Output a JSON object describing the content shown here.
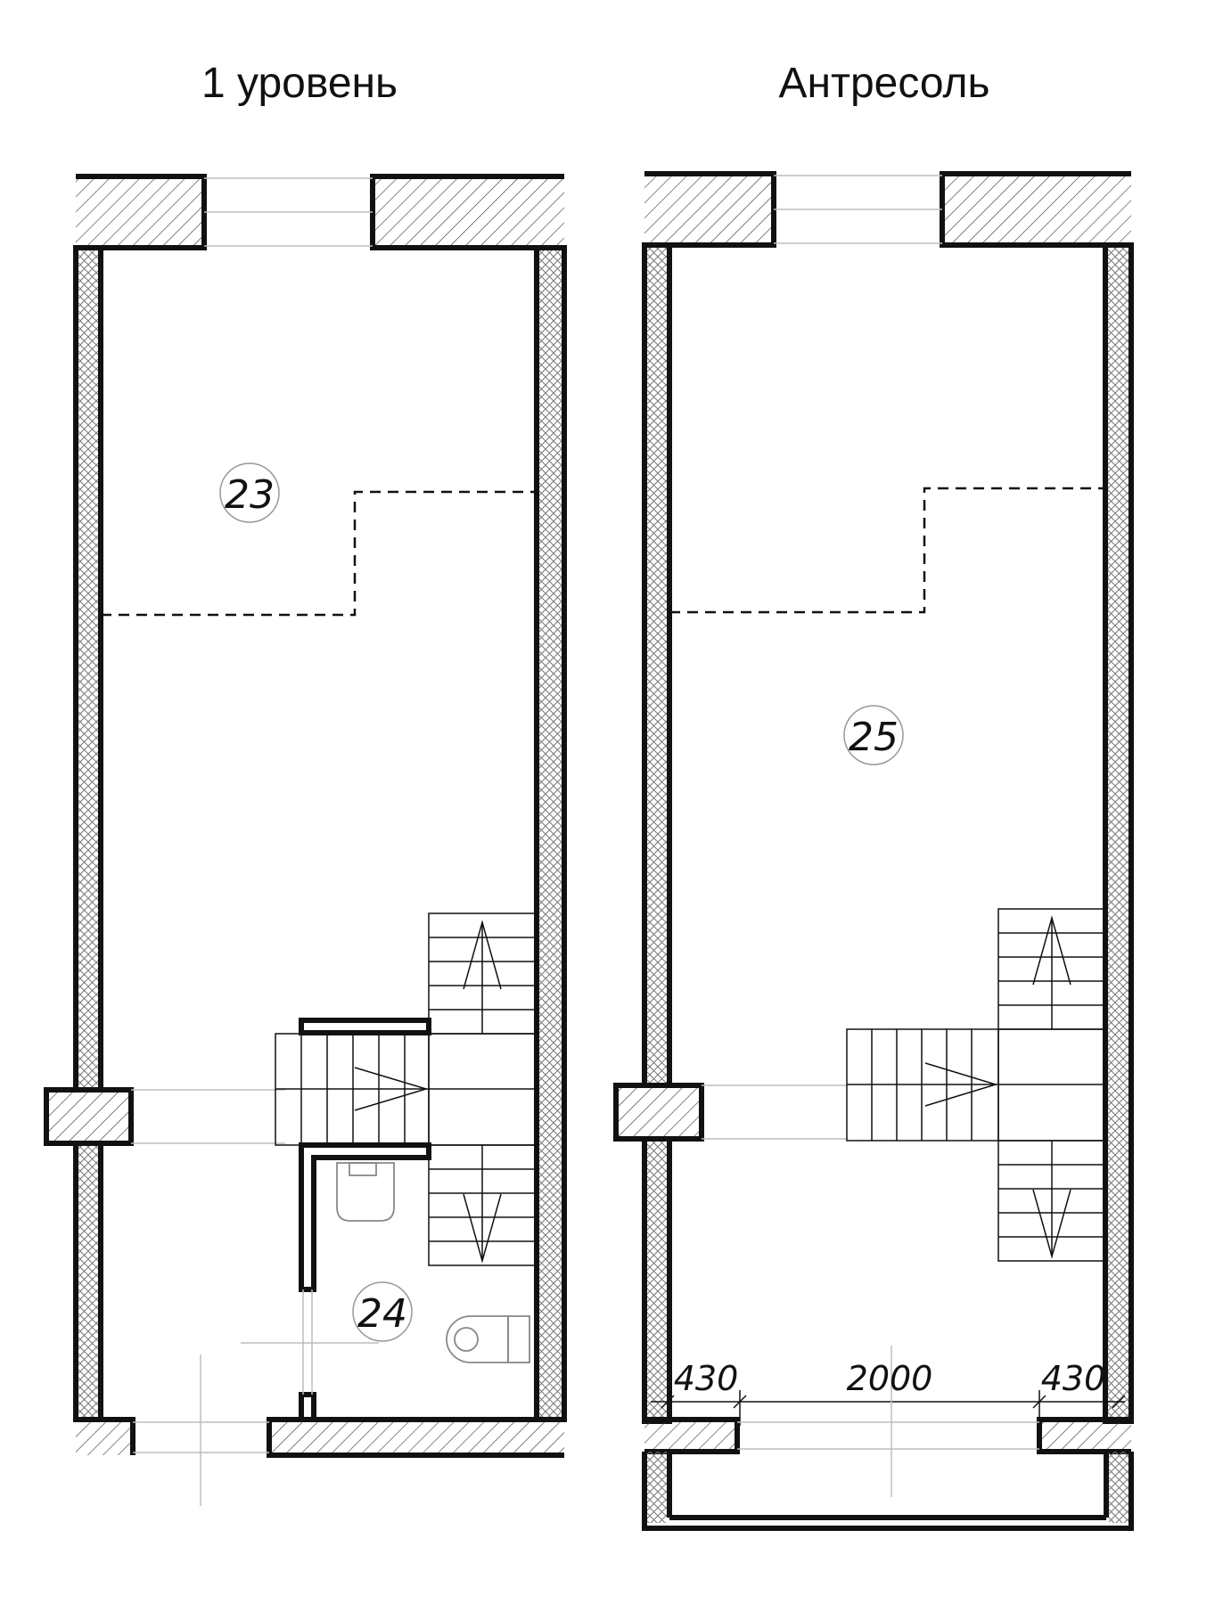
{
  "titles": {
    "level1": "1 уровень",
    "mezzanine": "Антресоль"
  },
  "rooms": {
    "r23": "23",
    "r24": "24",
    "r25": "25"
  },
  "dimensions": {
    "left": "430",
    "middle": "2000",
    "right": "430"
  },
  "colors": {
    "line": "#111111",
    "thin": "#bdbdbd"
  }
}
